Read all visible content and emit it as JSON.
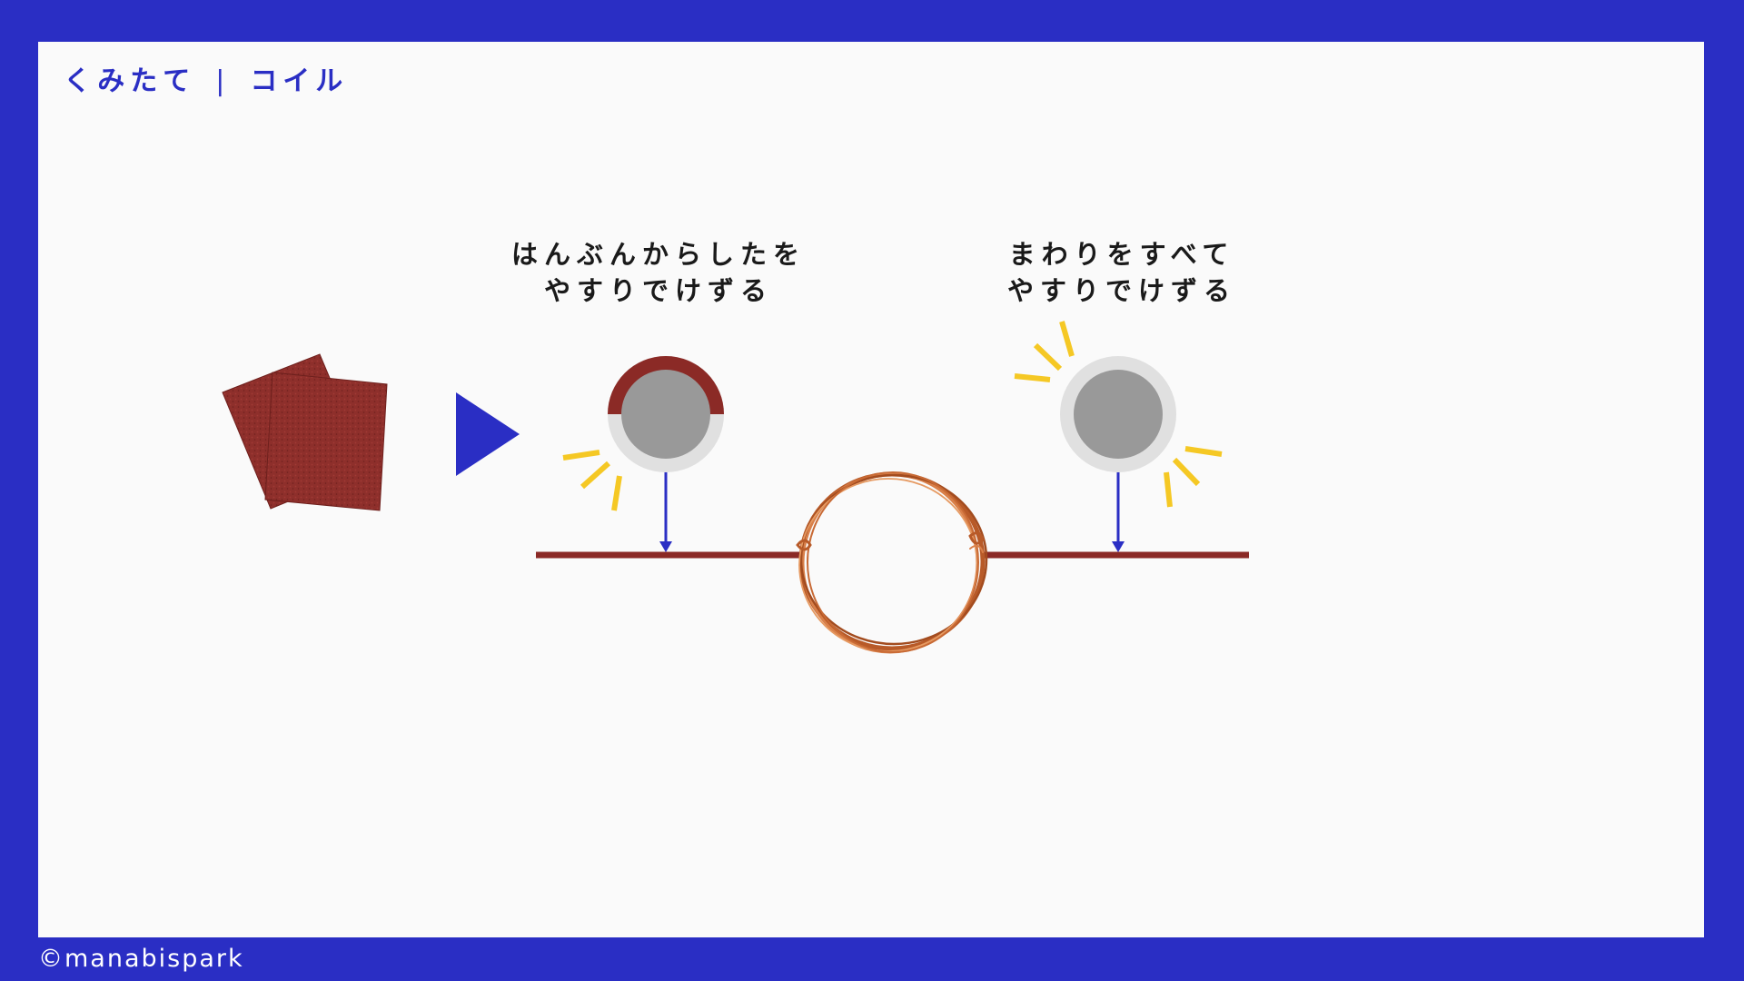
{
  "header": {
    "section": "くみたて",
    "separator": "|",
    "topic": "コイル"
  },
  "captions": {
    "left_line1": "はんぶんからしたを",
    "left_line2": "やすりでけずる",
    "right_line1": "まわりをすべて",
    "right_line2": "やすりでけずる"
  },
  "footer": {
    "copyright": "©manabispark"
  },
  "colors": {
    "brand_blue": "#2a2ec4",
    "copper_red": "#8b2a26",
    "wire_gray": "#999999",
    "coating_gray": "#e0e0e0",
    "sparkle_yellow": "#f5c824",
    "coil_copper": "#c8672e"
  },
  "icons": {
    "sandpaper": "sandpaper-icon",
    "arrow": "play-triangle-icon",
    "half_sanded": "wire-cross-section-half-icon",
    "fully_sanded": "wire-cross-section-full-icon",
    "coil": "copper-coil-icon"
  }
}
